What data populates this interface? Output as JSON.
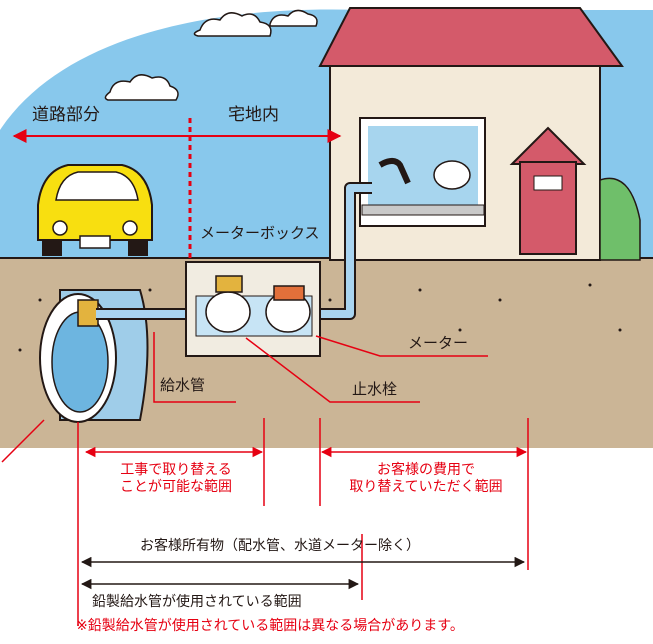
{
  "labels": {
    "road_part": "道路部分",
    "private_land": "宅地内",
    "meter_box": "メーターボックス",
    "meter": "メーター",
    "supply_pipe": "給水管",
    "stop_valve": "止水栓",
    "utility_replace_line1": "工事で取り替える",
    "utility_replace_line2": "ことが可能な範囲",
    "customer_cost_line1": "お客様の費用で",
    "customer_cost_line2": "取り替えていただく範囲",
    "customer_property": "お客様所有物（配水管、水道メーター除く）",
    "lead_pipe_range": "鉛製給水管が使用されている範囲",
    "note": "※鉛製給水管が使用されている範囲は異なる場合があります。"
  },
  "colors": {
    "accent_red": "#e60012",
    "sky": "#88c8ec",
    "ground": "#cbb596",
    "house_wall": "#f3ead9",
    "roof": "#d45a6a",
    "car": "#f8df10",
    "pipe": "#a9d4f0"
  }
}
